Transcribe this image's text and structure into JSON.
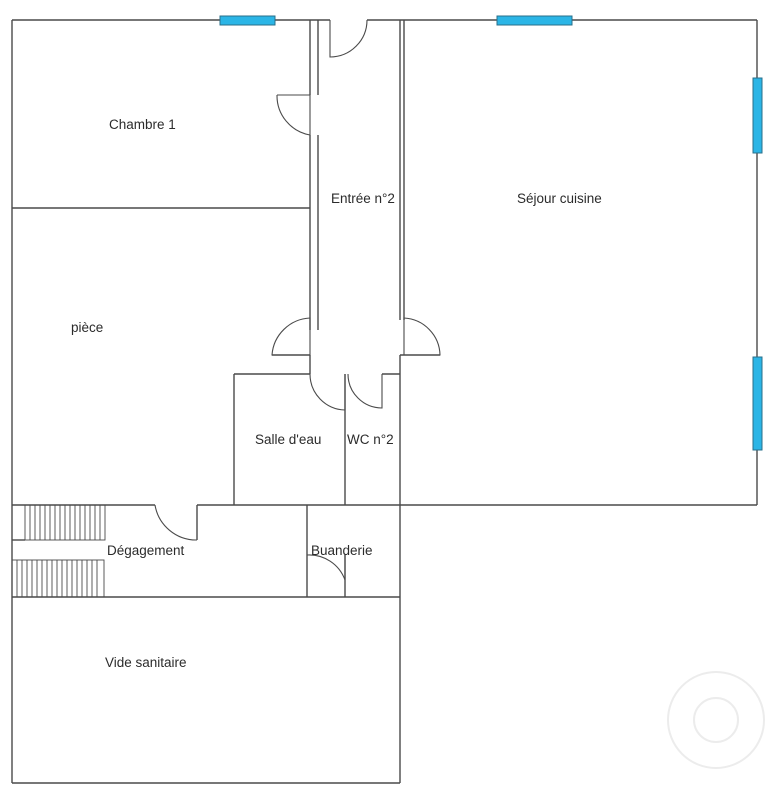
{
  "rooms": {
    "chambre1": "Chambre 1",
    "entree": "Entrée n°2",
    "sejour": "Séjour cuisine",
    "piece": "pièce",
    "salle_eau": "Salle d'eau",
    "wc": "WC n°2",
    "degagement": "Dégagement",
    "buanderie": "Buanderie",
    "vide_sanitaire": "Vide sanitaire"
  },
  "colors": {
    "window": "#2bb5e6",
    "wall": "#4a4a4a"
  }
}
